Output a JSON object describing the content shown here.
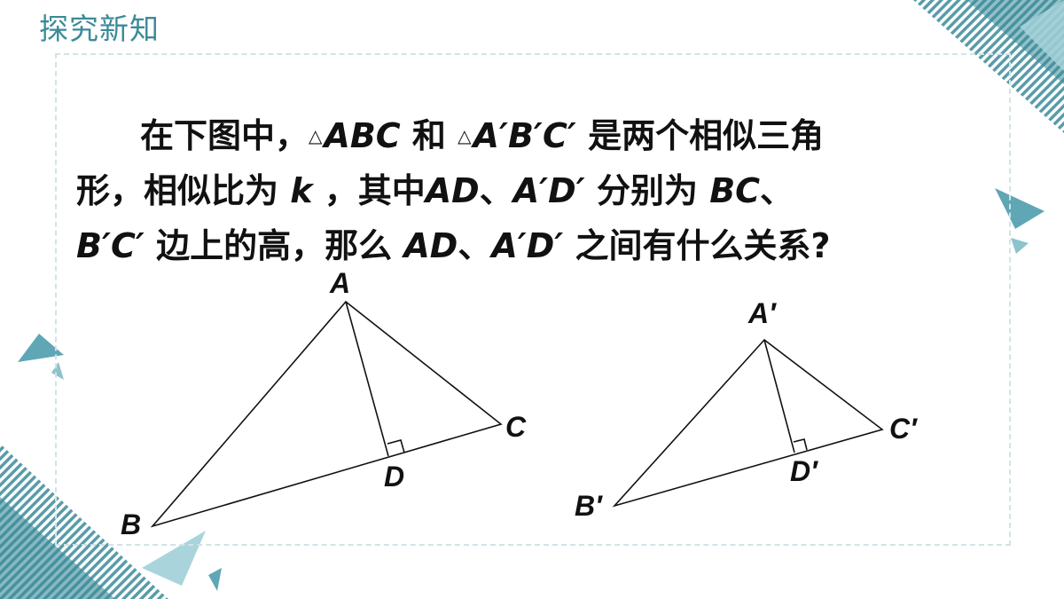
{
  "header": {
    "section_title": "探究新知"
  },
  "problem": {
    "line1_prefix": "在下图中，",
    "tri_symbol": "△",
    "tri1": "ABC",
    "and": " 和 ",
    "tri2": "A′B′C′",
    "line1_suffix": " 是两个相似三角",
    "line2_a": "形，相似比为 ",
    "k": "k",
    "line2_b": " ，其中",
    "seg1": "AD",
    "comma1": "、",
    "seg2": "A′D′",
    "line2_c": " 分别为 ",
    "seg3": "BC",
    "line2_d": "、",
    "seg4": "B′C′",
    "line3_a": " 边上的高，那么 ",
    "seg5": "AD",
    "comma2": "、",
    "seg6": "A′D′",
    "line3_b": " 之间有什么关系?"
  },
  "figure": {
    "triangle1": {
      "A": "A",
      "B": "B",
      "C": "C",
      "D": "D"
    },
    "triangle2": {
      "A": "A′",
      "B": "B′",
      "C": "C′",
      "D": "D′"
    }
  },
  "colors": {
    "accent": "#3b8a99",
    "frame": "#d2e3e6",
    "text": "#111111"
  }
}
